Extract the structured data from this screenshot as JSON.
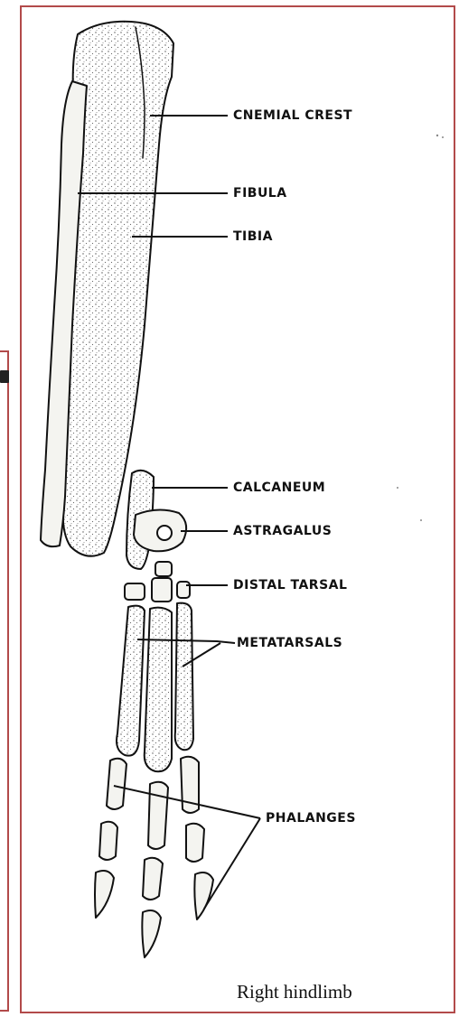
{
  "labels": {
    "cnemial_crest": "CNEMIAL CREST",
    "fibula": "FIBULA",
    "tibia": "TIBIA",
    "calcaneum": "CALCANEUM",
    "astragalus": "ASTRAGALUS",
    "distal_tarsal": "DISTAL TARSAL",
    "metatarsals": "METATARSALS",
    "phalanges": "PHALANGES"
  },
  "caption": "Right hindlimb",
  "colors": {
    "frame": "#b24a4a",
    "ink": "#111111",
    "bone_fill": "#f4f4f0",
    "stipple": "#555555"
  }
}
